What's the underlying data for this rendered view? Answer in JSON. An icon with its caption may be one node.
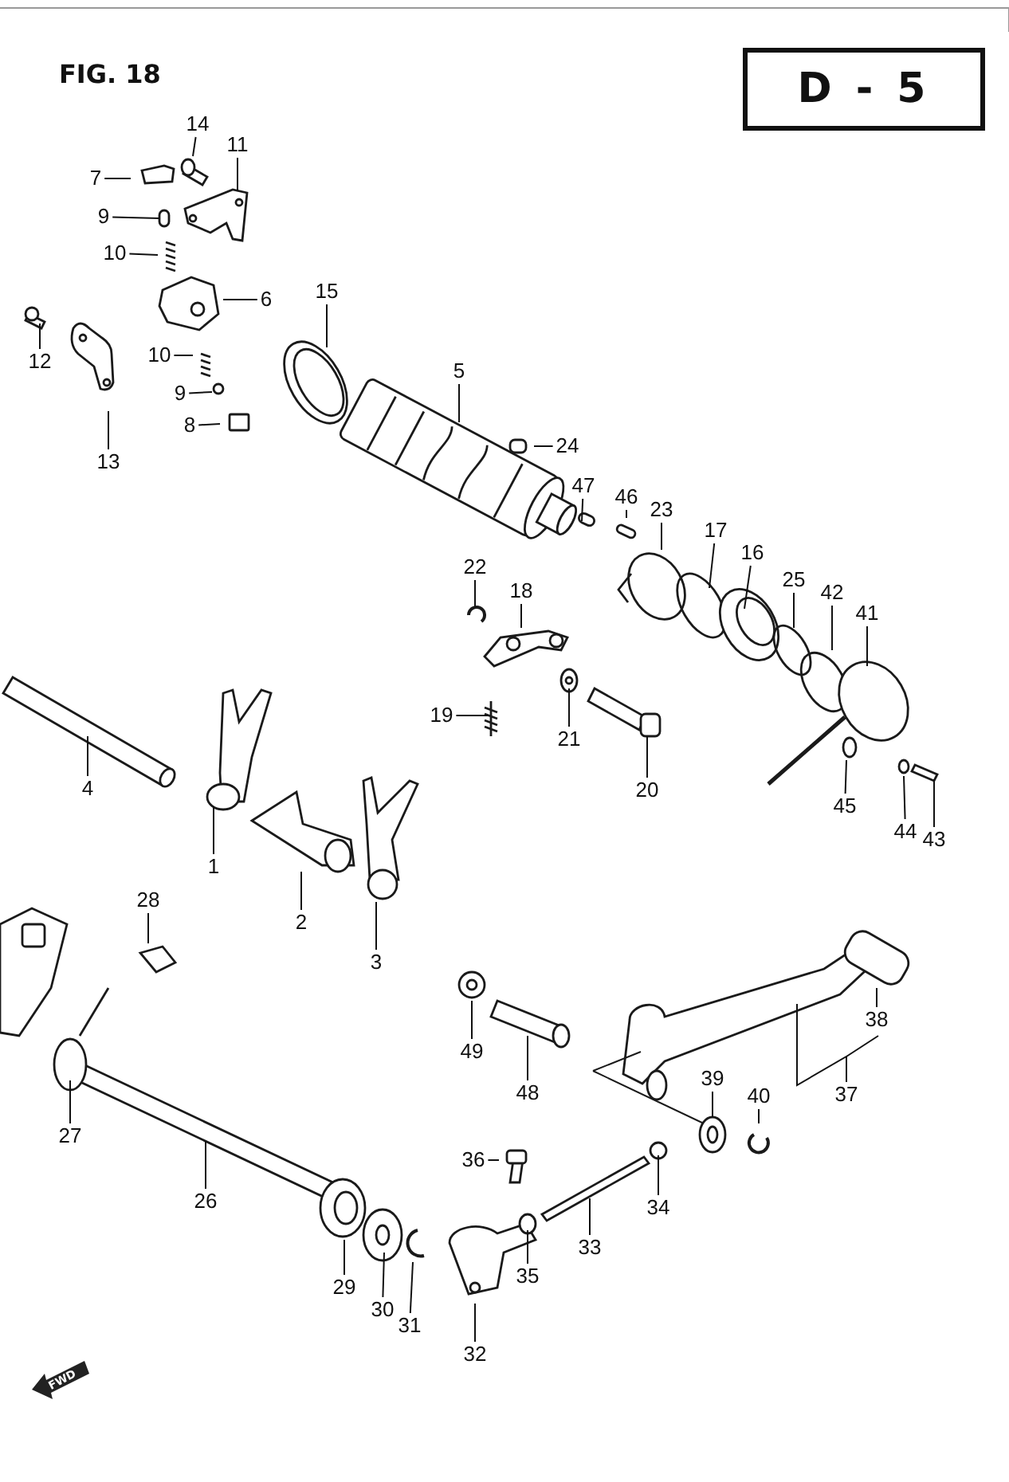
{
  "diagram": {
    "title": "FIG. 18",
    "nodes": [
      {
        "text": [
          "D - 5"
        ]
      },
      {
        "text": [
          "7"
        ]
      },
      {
        "text": [
          "14"
        ]
      },
      {
        "text": [
          "11"
        ]
      },
      {
        "text": [
          "9"
        ]
      },
      {
        "text": [
          "10"
        ]
      },
      {
        "text": [
          "6"
        ]
      },
      {
        "text": [
          "15"
        ]
      },
      {
        "text": [
          "5"
        ]
      },
      {
        "text": [
          "12"
        ]
      },
      {
        "text": [
          "13"
        ]
      },
      {
        "text": [
          "10"
        ]
      },
      {
        "text": [
          "9"
        ]
      },
      {
        "text": [
          "8"
        ]
      },
      {
        "text": [
          "24"
        ]
      },
      {
        "text": [
          "47"
        ]
      },
      {
        "text": [
          "46"
        ]
      },
      {
        "text": [
          "23"
        ]
      },
      {
        "text": [
          "17"
        ]
      },
      {
        "text": [
          "16"
        ]
      },
      {
        "text": [
          "25"
        ]
      },
      {
        "text": [
          "42"
        ]
      },
      {
        "text": [
          "41"
        ]
      },
      {
        "text": [
          "22"
        ]
      },
      {
        "text": [
          "18"
        ]
      },
      {
        "text": [
          "19"
        ]
      },
      {
        "text": [
          "21"
        ]
      },
      {
        "text": [
          "20"
        ]
      },
      {
        "text": [
          "45"
        ]
      },
      {
        "text": [
          "44"
        ]
      },
      {
        "text": [
          "43"
        ]
      },
      {
        "text": [
          "4"
        ]
      },
      {
        "text": [
          "1"
        ]
      },
      {
        "text": [
          "2"
        ]
      },
      {
        "text": [
          "3"
        ]
      },
      {
        "text": [
          "28"
        ]
      },
      {
        "text": [
          "49"
        ]
      },
      {
        "text": [
          "48"
        ]
      },
      {
        "text": [
          "38"
        ]
      },
      {
        "text": [
          "37"
        ]
      },
      {
        "text": [
          "39"
        ]
      },
      {
        "text": [
          "40"
        ]
      },
      {
        "text": [
          "27"
        ]
      },
      {
        "text": [
          "26"
        ]
      },
      {
        "text": [
          "36"
        ]
      },
      {
        "text": [
          "34"
        ]
      },
      {
        "text": [
          "33"
        ]
      },
      {
        "text": [
          "35"
        ]
      },
      {
        "text": [
          "29"
        ]
      },
      {
        "text": [
          "30"
        ]
      },
      {
        "text": [
          "31"
        ]
      },
      {
        "text": [
          "32"
        ]
      }
    ],
    "edges": [
      {
        "from": 1,
        "to": null,
        "arrow": "none"
      },
      {
        "from": 2,
        "to": null,
        "arrow": "none"
      },
      {
        "from": 3,
        "to": null,
        "arrow": "none"
      },
      {
        "from": 4,
        "to": null,
        "arrow": "none"
      },
      {
        "from": 5,
        "to": null,
        "arrow": "none"
      },
      {
        "from": 6,
        "to": null,
        "arrow": "none"
      },
      {
        "from": 7,
        "to": null,
        "arrow": "none"
      },
      {
        "from": 8,
        "to": null,
        "arrow": "none"
      },
      {
        "from": 9,
        "to": null,
        "arrow": "none"
      },
      {
        "from": 10,
        "to": null,
        "arrow": "none"
      },
      {
        "from": 11,
        "to": null,
        "arrow": "none"
      },
      {
        "from": 12,
        "to": null,
        "arrow": "none"
      },
      {
        "from": 13,
        "to": null,
        "arrow": "none"
      },
      {
        "from": 14,
        "to": null,
        "arrow": "none"
      },
      {
        "from": 15,
        "to": null,
        "arrow": "none"
      },
      {
        "from": 16,
        "to": null,
        "arrow": "none"
      },
      {
        "from": 17,
        "to": null,
        "arrow": "none"
      },
      {
        "from": 18,
        "to": null,
        "arrow": "none"
      },
      {
        "from": 19,
        "to": null,
        "arrow": "none"
      },
      {
        "from": 20,
        "to": null,
        "arrow": "none"
      },
      {
        "from": 21,
        "to": null,
        "arrow": "none"
      },
      {
        "from": 22,
        "to": null,
        "arrow": "none"
      },
      {
        "from": 23,
        "to": null,
        "arrow": "none"
      },
      {
        "from": 24,
        "to": null,
        "arrow": "none"
      },
      {
        "from": 25,
        "to": null,
        "arrow": "none"
      },
      {
        "from": 26,
        "to": null,
        "arrow": "none"
      },
      {
        "from": 27,
        "to": null,
        "arrow": "none"
      },
      {
        "from": 28,
        "to": null,
        "arrow": "none"
      },
      {
        "from": 29,
        "to": null,
        "arrow": "none"
      },
      {
        "from": 30,
        "to": null,
        "arrow": "none"
      },
      {
        "from": 31,
        "to": null,
        "arrow": "none"
      },
      {
        "from": 32,
        "to": null,
        "arrow": "none"
      },
      {
        "from": 33,
        "to": null,
        "arrow": "none"
      },
      {
        "from": 34,
        "to": null,
        "arrow": "none"
      },
      {
        "from": 35,
        "to": null,
        "arrow": "none"
      },
      {
        "from": 36,
        "to": null,
        "arrow": "none"
      },
      {
        "from": 37,
        "to": null,
        "arrow": "none"
      },
      {
        "from": 38,
        "to": null,
        "arrow": "none"
      },
      {
        "from": 39,
        "to": null,
        "arrow": "none"
      },
      {
        "from": 40,
        "to": null,
        "arrow": "none"
      },
      {
        "from": 41,
        "to": null,
        "arrow": "none"
      },
      {
        "from": 42,
        "to": null,
        "arrow": "none"
      },
      {
        "from": 43,
        "to": null,
        "arrow": "none"
      },
      {
        "from": 44,
        "to": null,
        "arrow": "none"
      },
      {
        "from": 45,
        "to": null,
        "arrow": "none"
      },
      {
        "from": 46,
        "to": null,
        "arrow": "none"
      },
      {
        "from": 47,
        "to": null,
        "arrow": "none"
      },
      {
        "from": 48,
        "to": null,
        "arrow": "none"
      },
      {
        "from": 49,
        "to": null,
        "arrow": "none"
      },
      {
        "from": 50,
        "to": null,
        "arrow": "none"
      },
      {
        "from": 51,
        "to": null,
        "arrow": "none"
      }
    ],
    "labels": [
      "FWD"
    ]
  }
}
